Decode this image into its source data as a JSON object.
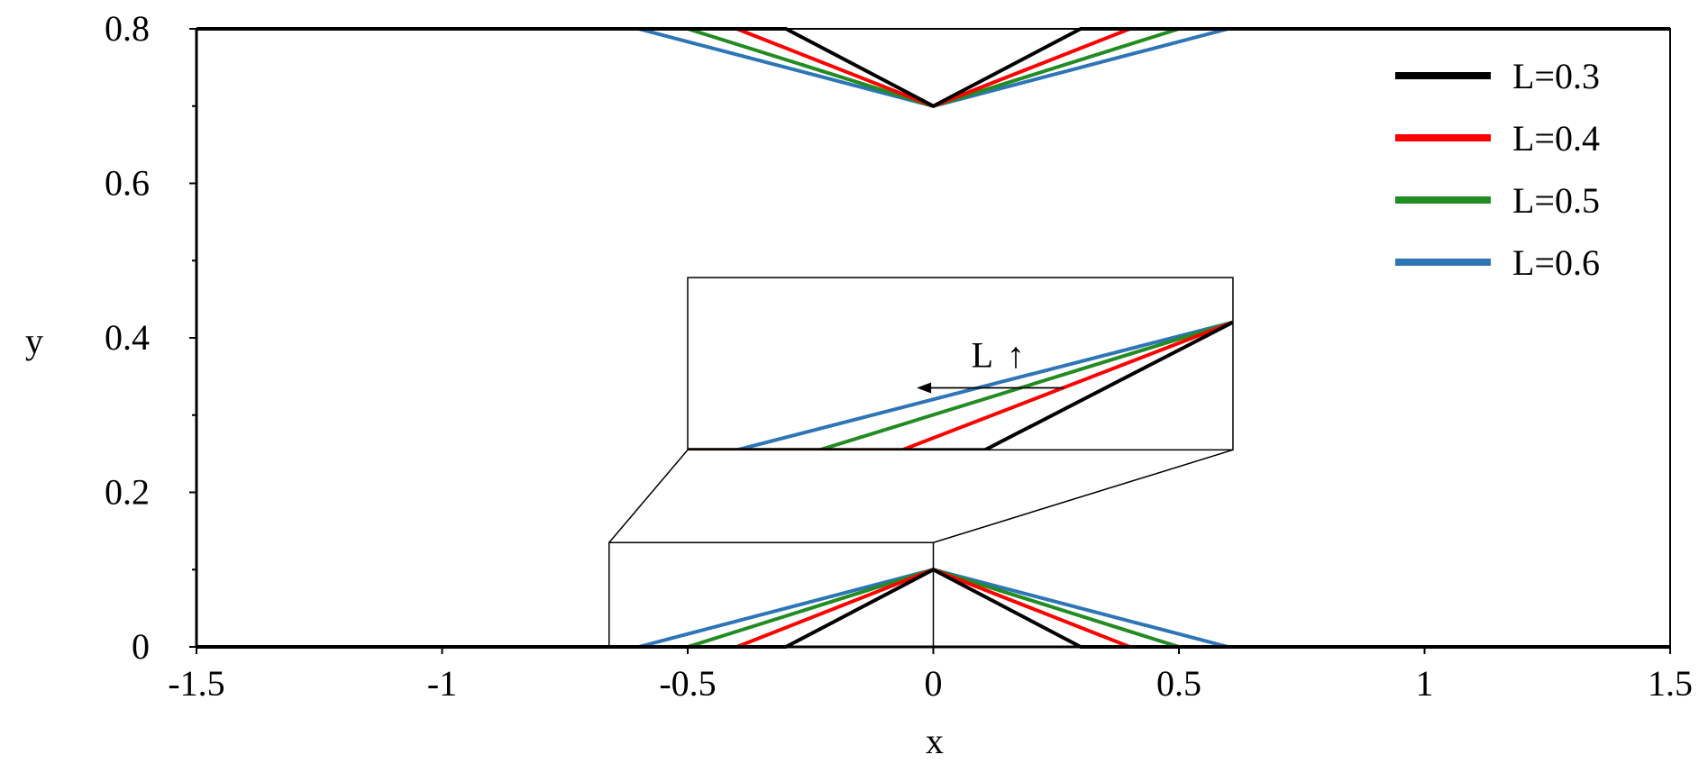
{
  "chart_data": {
    "type": "line",
    "xlabel": "x",
    "ylabel": "y",
    "xlim": [
      -1.5,
      1.5
    ],
    "ylim": [
      0,
      0.8
    ],
    "x_ticks": [
      "-1.5",
      "-1",
      "-0.5",
      "0",
      "0.5",
      "1",
      "1.5"
    ],
    "y_ticks": [
      "0",
      "0.2",
      "0.4",
      "0.6",
      "0.8"
    ],
    "grid": false,
    "legend_position": "top-right",
    "series": [
      {
        "name": "L=0.3",
        "color": "#000000",
        "bottom_wall": [
          [
            -1.5,
            0
          ],
          [
            -0.3,
            0
          ],
          [
            0,
            0.1
          ],
          [
            0.3,
            0
          ],
          [
            1.5,
            0
          ]
        ],
        "top_wall": [
          [
            -1.5,
            0.8
          ],
          [
            -0.3,
            0.8
          ],
          [
            0,
            0.7
          ],
          [
            0.3,
            0.8
          ],
          [
            1.5,
            0.8
          ]
        ]
      },
      {
        "name": "L=0.4",
        "color": "#ff0000",
        "bottom_wall": [
          [
            -1.5,
            0
          ],
          [
            -0.4,
            0
          ],
          [
            0,
            0.1
          ],
          [
            0.4,
            0
          ],
          [
            1.5,
            0
          ]
        ],
        "top_wall": [
          [
            -1.5,
            0.8
          ],
          [
            -0.4,
            0.8
          ],
          [
            0,
            0.7
          ],
          [
            0.4,
            0.8
          ],
          [
            1.5,
            0.8
          ]
        ]
      },
      {
        "name": "L=0.5",
        "color": "#228b22",
        "bottom_wall": [
          [
            -1.5,
            0
          ],
          [
            -0.5,
            0
          ],
          [
            0,
            0.1
          ],
          [
            0.5,
            0
          ],
          [
            1.5,
            0
          ]
        ],
        "top_wall": [
          [
            -1.5,
            0.8
          ],
          [
            -0.5,
            0.8
          ],
          [
            0,
            0.7
          ],
          [
            0.5,
            0.8
          ],
          [
            1.5,
            0.8
          ]
        ]
      },
      {
        "name": "L=0.6",
        "color": "#2e75b6",
        "bottom_wall": [
          [
            -1.5,
            0
          ],
          [
            -0.6,
            0
          ],
          [
            0,
            0.1
          ],
          [
            0.6,
            0
          ],
          [
            1.5,
            0
          ]
        ],
        "top_wall": [
          [
            -1.5,
            0.8
          ],
          [
            -0.6,
            0.8
          ],
          [
            0,
            0.7
          ],
          [
            0.6,
            0.8
          ],
          [
            1.5,
            0.8
          ]
        ]
      }
    ],
    "inset": {
      "source_region": {
        "x": [
          -0.66,
          0
        ],
        "y": [
          0,
          0.135
        ]
      },
      "display_region": {
        "x": [
          -0.5,
          0.61
        ],
        "y": [
          0.255,
          0.478
        ]
      },
      "annotation": "L",
      "arrow": "↑"
    }
  }
}
